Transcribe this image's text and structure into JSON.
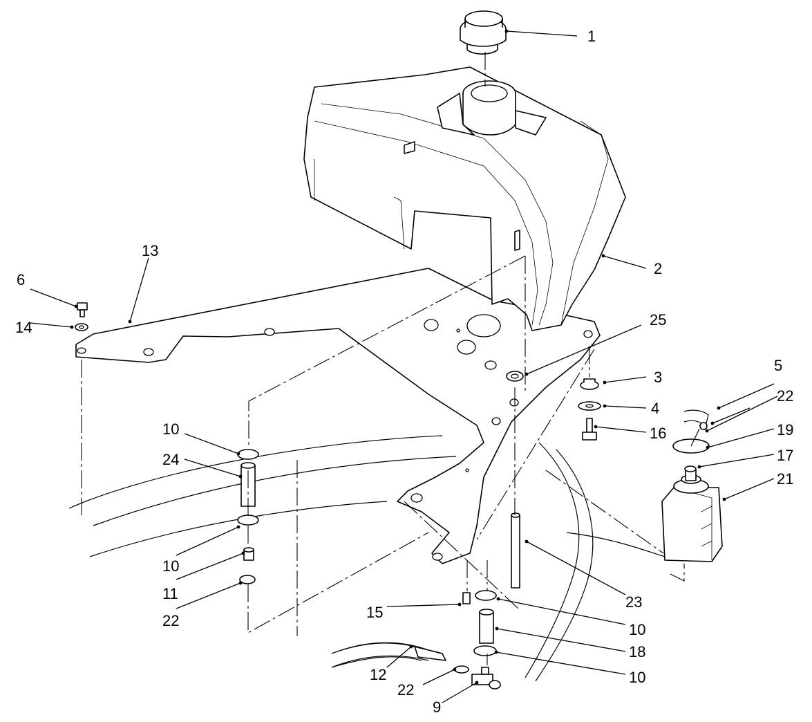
{
  "callouts": [
    {
      "id": "c1",
      "label": "1"
    },
    {
      "id": "c2",
      "label": "2"
    },
    {
      "id": "c3",
      "label": "3"
    },
    {
      "id": "c4",
      "label": "4"
    },
    {
      "id": "c5",
      "label": "5"
    },
    {
      "id": "c6",
      "label": "6"
    },
    {
      "id": "c9",
      "label": "9"
    },
    {
      "id": "c10a",
      "label": "10"
    },
    {
      "id": "c10b",
      "label": "10"
    },
    {
      "id": "c10c",
      "label": "10"
    },
    {
      "id": "c10d",
      "label": "10"
    },
    {
      "id": "c11",
      "label": "11"
    },
    {
      "id": "c12",
      "label": "12"
    },
    {
      "id": "c13",
      "label": "13"
    },
    {
      "id": "c14",
      "label": "14"
    },
    {
      "id": "c15",
      "label": "15"
    },
    {
      "id": "c16",
      "label": "16"
    },
    {
      "id": "c17",
      "label": "17"
    },
    {
      "id": "c18",
      "label": "18"
    },
    {
      "id": "c19",
      "label": "19"
    },
    {
      "id": "c21",
      "label": "21"
    },
    {
      "id": "c22a",
      "label": "22"
    },
    {
      "id": "c22b",
      "label": "22"
    },
    {
      "id": "c22c",
      "label": "22"
    },
    {
      "id": "c23",
      "label": "23"
    },
    {
      "id": "c24",
      "label": "24"
    },
    {
      "id": "c25",
      "label": "25"
    }
  ]
}
